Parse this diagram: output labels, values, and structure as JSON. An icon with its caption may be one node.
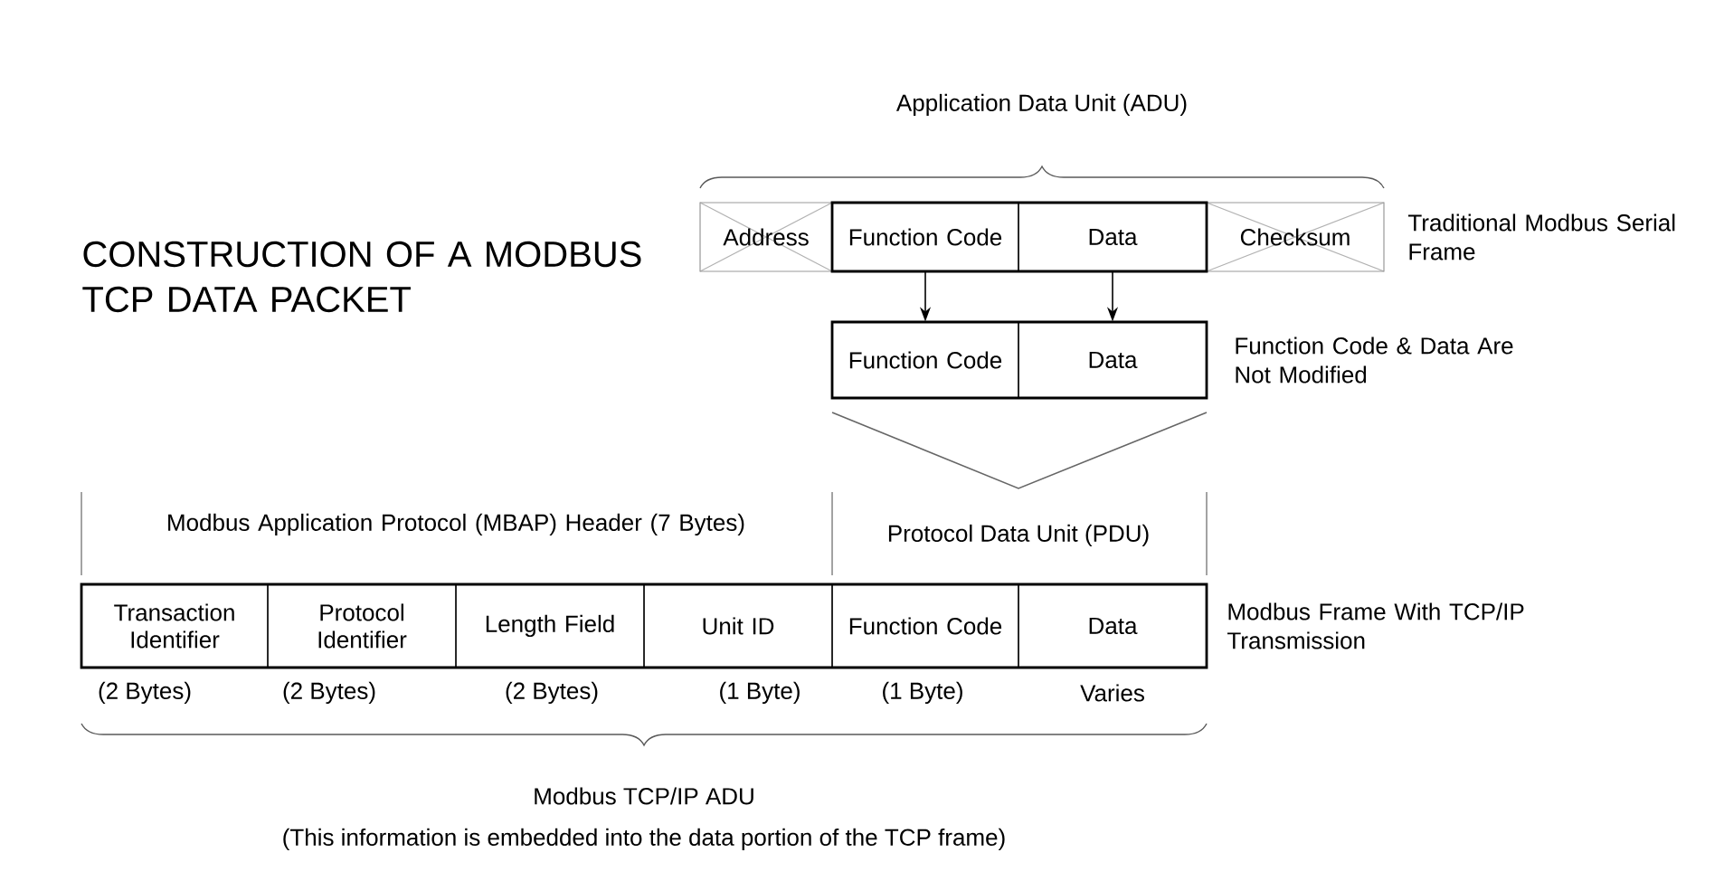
{
  "diagram": {
    "title": "CONSTRUCTION OF A MODBUS TCP DATA PACKET",
    "nodes": [
      {
        "text": [
          "Address"
        ]
      },
      {
        "text": [
          "Function Code"
        ]
      },
      {
        "text": [
          "Data"
        ]
      },
      {
        "text": [
          "Checksum"
        ]
      },
      {
        "text": [
          "Function Code"
        ]
      },
      {
        "text": [
          "Data"
        ]
      },
      {
        "text": [
          "Transaction Identifier"
        ]
      },
      {
        "text": [
          "Protocol Identifier"
        ]
      },
      {
        "text": [
          "Length Field"
        ]
      },
      {
        "text": [
          "Unit ID"
        ]
      },
      {
        "text": [
          "Function Code"
        ]
      },
      {
        "text": [
          "Data"
        ]
      }
    ],
    "edges": [
      {
        "from": 1,
        "to": 4,
        "arrow": "to"
      },
      {
        "from": 2,
        "to": 5,
        "arrow": "to"
      }
    ],
    "labels": [
      "Application Data Unit (ADU)",
      "Traditional Modbus Serial Frame",
      "Function Code & Data Are Not Modified",
      "Modbus Application Protocol (MBAP) Header (7 Bytes)",
      "Protocol Data Unit (PDU)",
      "Modbus Frame With TCP/IP Transmission",
      "(2 Bytes)",
      "(2 Bytes)",
      "(2 Bytes)",
      "(1 Byte)",
      "(1 Byte)",
      "Varies",
      "Modbus TCP/IP ADU",
      "(This information is embedded into the data portion of the TCP frame)"
    ]
  }
}
